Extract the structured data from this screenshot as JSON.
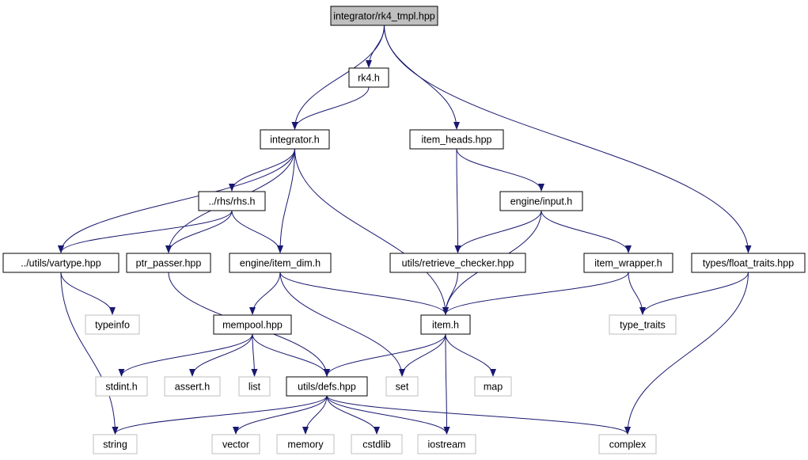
{
  "colors": {
    "root_fill": "#bfbfbf",
    "box_stroke_dark": "#000000",
    "box_stroke_light": "#bfbfbf",
    "edge": "#191970",
    "background": "#ffffff"
  },
  "nodes": [
    {
      "id": "rk4_tmpl",
      "label": "integrator/rk4_tmpl.hpp",
      "style": "root"
    },
    {
      "id": "rk4",
      "label": "rk4.h",
      "style": "file"
    },
    {
      "id": "integrator",
      "label": "integrator.h",
      "style": "file"
    },
    {
      "id": "item_heads",
      "label": "item_heads.hpp",
      "style": "file"
    },
    {
      "id": "rhs",
      "label": "../rhs/rhs.h",
      "style": "file"
    },
    {
      "id": "engine_input",
      "label": "engine/input.h",
      "style": "file"
    },
    {
      "id": "vartype",
      "label": "../utils/vartype.hpp",
      "style": "file"
    },
    {
      "id": "ptr_passer",
      "label": "ptr_passer.hpp",
      "style": "file"
    },
    {
      "id": "item_dim",
      "label": "engine/item_dim.h",
      "style": "file"
    },
    {
      "id": "retrieve_checker",
      "label": "utils/retrieve_checker.hpp",
      "style": "file"
    },
    {
      "id": "item_wrapper",
      "label": "item_wrapper.h",
      "style": "file"
    },
    {
      "id": "float_traits",
      "label": "types/float_traits.hpp",
      "style": "file"
    },
    {
      "id": "typeinfo",
      "label": "typeinfo",
      "style": "system"
    },
    {
      "id": "mempool",
      "label": "mempool.hpp",
      "style": "file"
    },
    {
      "id": "item",
      "label": "item.h",
      "style": "file"
    },
    {
      "id": "type_traits",
      "label": "type_traits",
      "style": "system"
    },
    {
      "id": "stdint",
      "label": "stdint.h",
      "style": "system"
    },
    {
      "id": "assert",
      "label": "assert.h",
      "style": "system"
    },
    {
      "id": "list",
      "label": "list",
      "style": "system"
    },
    {
      "id": "defs",
      "label": "utils/defs.hpp",
      "style": "file"
    },
    {
      "id": "set",
      "label": "set",
      "style": "system"
    },
    {
      "id": "map",
      "label": "map",
      "style": "system"
    },
    {
      "id": "string",
      "label": "string",
      "style": "system"
    },
    {
      "id": "vector",
      "label": "vector",
      "style": "system"
    },
    {
      "id": "memory",
      "label": "memory",
      "style": "system"
    },
    {
      "id": "cstdlib",
      "label": "cstdlib",
      "style": "system"
    },
    {
      "id": "iostream",
      "label": "iostream",
      "style": "system"
    },
    {
      "id": "complex",
      "label": "complex",
      "style": "system"
    }
  ],
  "edges": [
    [
      "rk4_tmpl",
      "rk4"
    ],
    [
      "rk4_tmpl",
      "integrator"
    ],
    [
      "rk4_tmpl",
      "item_heads"
    ],
    [
      "rk4_tmpl",
      "float_traits"
    ],
    [
      "rk4",
      "integrator"
    ],
    [
      "integrator",
      "rhs"
    ],
    [
      "integrator",
      "vartype"
    ],
    [
      "integrator",
      "ptr_passer"
    ],
    [
      "integrator",
      "item_dim"
    ],
    [
      "integrator",
      "item"
    ],
    [
      "item_heads",
      "engine_input"
    ],
    [
      "item_heads",
      "retrieve_checker"
    ],
    [
      "rhs",
      "vartype"
    ],
    [
      "rhs",
      "ptr_passer"
    ],
    [
      "rhs",
      "item_dim"
    ],
    [
      "engine_input",
      "retrieve_checker"
    ],
    [
      "engine_input",
      "item_wrapper"
    ],
    [
      "engine_input",
      "item"
    ],
    [
      "vartype",
      "typeinfo"
    ],
    [
      "vartype",
      "string"
    ],
    [
      "ptr_passer",
      "defs"
    ],
    [
      "item_dim",
      "mempool"
    ],
    [
      "item_dim",
      "item"
    ],
    [
      "item_dim",
      "set"
    ],
    [
      "retrieve_checker",
      "item"
    ],
    [
      "item_wrapper",
      "item"
    ],
    [
      "item_wrapper",
      "type_traits"
    ],
    [
      "float_traits",
      "type_traits"
    ],
    [
      "float_traits",
      "complex"
    ],
    [
      "mempool",
      "stdint"
    ],
    [
      "mempool",
      "assert"
    ],
    [
      "mempool",
      "list"
    ],
    [
      "mempool",
      "defs"
    ],
    [
      "item",
      "defs"
    ],
    [
      "item",
      "set"
    ],
    [
      "item",
      "map"
    ],
    [
      "item",
      "iostream"
    ],
    [
      "defs",
      "string"
    ],
    [
      "defs",
      "vector"
    ],
    [
      "defs",
      "memory"
    ],
    [
      "defs",
      "cstdlib"
    ],
    [
      "defs",
      "iostream"
    ],
    [
      "defs",
      "complex"
    ]
  ]
}
